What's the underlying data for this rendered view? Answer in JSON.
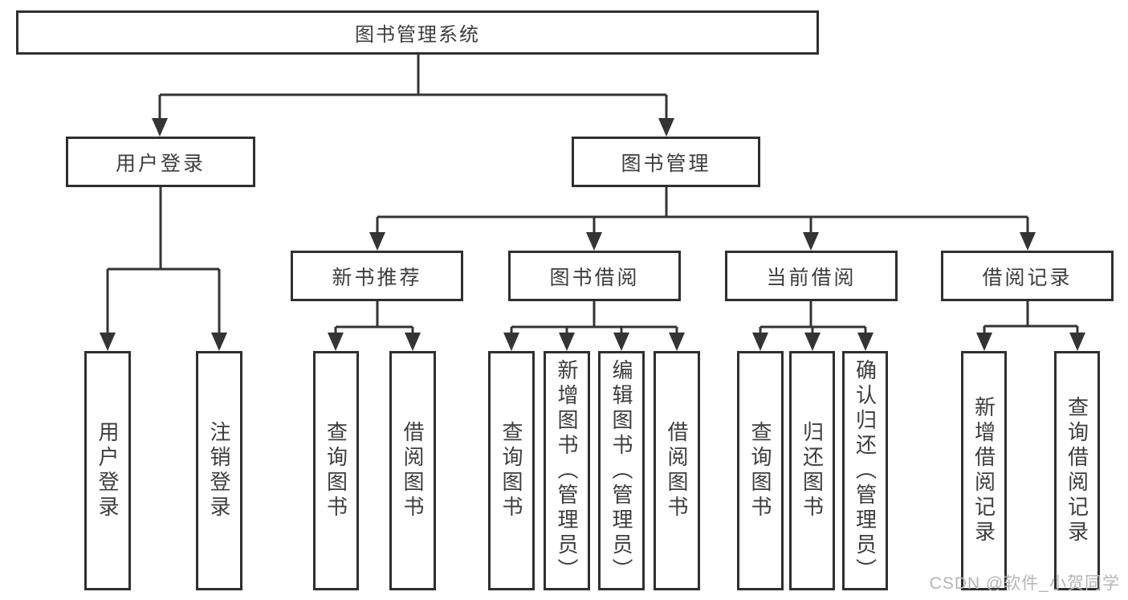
{
  "tree": {
    "label": "图书管理系统",
    "children": [
      {
        "label": "用户登录",
        "children": [
          {
            "label": "用户登录"
          },
          {
            "label": "注销登录"
          }
        ]
      },
      {
        "label": "图书管理",
        "children": [
          {
            "label": "新书推荐",
            "children": [
              {
                "label": "查询图书"
              },
              {
                "label": "借阅图书"
              }
            ]
          },
          {
            "label": "图书借阅",
            "children": [
              {
                "label": "查询图书"
              },
              {
                "label": "新增图书（管理员）"
              },
              {
                "label": "编辑图书（管理员）"
              },
              {
                "label": "借阅图书"
              }
            ]
          },
          {
            "label": "当前借阅",
            "children": [
              {
                "label": "查询图书"
              },
              {
                "label": "归还图书"
              },
              {
                "label": "确认归还（管理员）"
              }
            ]
          },
          {
            "label": "借阅记录",
            "children": [
              {
                "label": "新增借阅记录"
              },
              {
                "label": "查询借阅记录"
              }
            ]
          }
        ]
      }
    ]
  },
  "watermark": {
    "text": "CSDN @软件_小贺同学"
  },
  "colors": {
    "line": "#343434",
    "box_border": "#2f2f2f",
    "text": "#3d3d3d",
    "watermark": "#b5b5b5",
    "background": "#ffffff"
  }
}
